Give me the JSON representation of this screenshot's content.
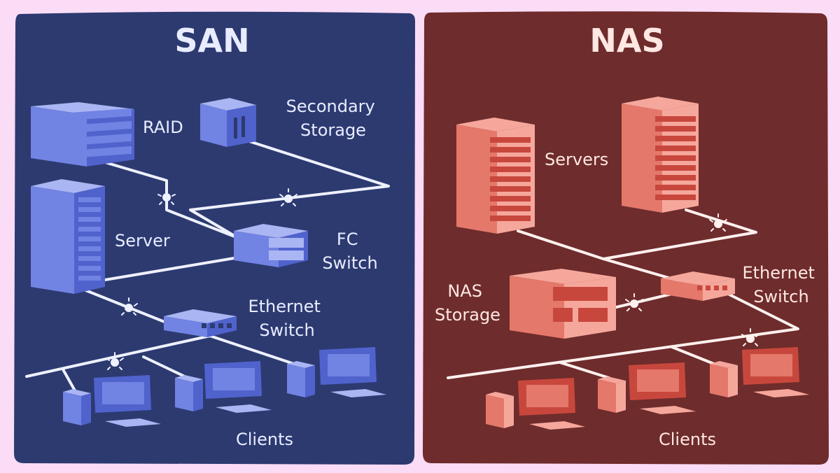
{
  "colors": {
    "page_bg": "#fbdcf6",
    "san_panel": "#2c3a70",
    "san_device_light": "#aab5f3",
    "san_device_mid": "#7183e3",
    "san_device_dark": "#5062cc",
    "san_text": "#e9ecff",
    "nas_panel": "#6e2c2c",
    "nas_device_light": "#f6a79c",
    "nas_device_mid": "#e4786b",
    "nas_device_dark": "#c8473d",
    "nas_text": "#ffe7e2",
    "cable": "#eef1ff",
    "nas_cable": "#fff1ee"
  },
  "san": {
    "title": "SAN",
    "raid_label": "RAID",
    "secondary_storage_label": [
      "Secondary",
      "Storage"
    ],
    "server_label": "Server",
    "fc_switch_label": [
      "FC",
      "Switch"
    ],
    "ethernet_switch_label": [
      "Ethernet",
      "Switch"
    ],
    "clients_label": "Clients"
  },
  "nas": {
    "title": "NAS",
    "servers_label": "Servers",
    "nas_storage_label": [
      "NAS",
      "Storage"
    ],
    "ethernet_switch_label": [
      "Ethernet",
      "Switch"
    ],
    "clients_label": "Clients"
  }
}
